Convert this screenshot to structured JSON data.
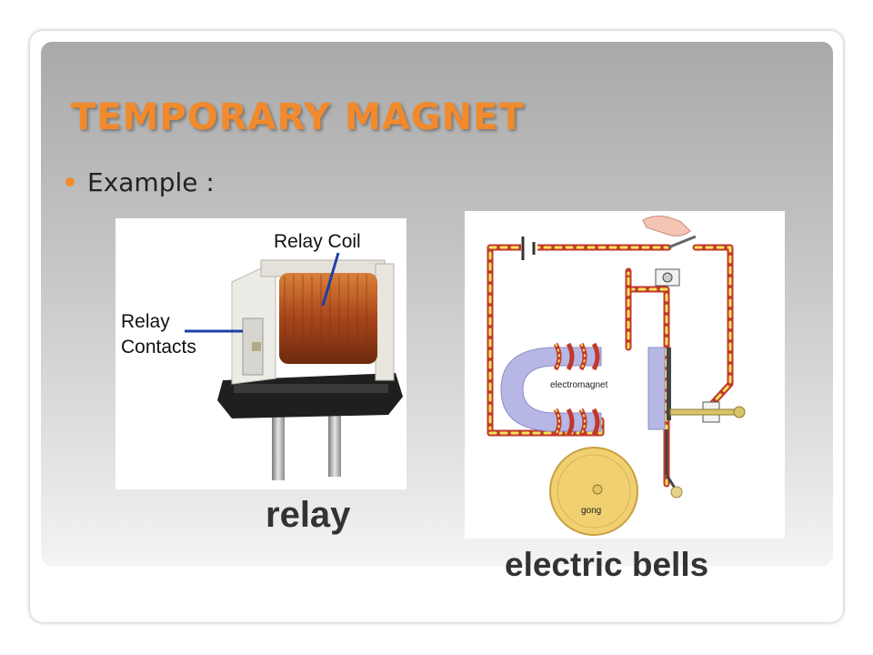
{
  "slide": {
    "title": "TEMPORARY MAGNET",
    "bullet": "Example :",
    "colors": {
      "accent": "#f28a2c",
      "caption": "#333333"
    }
  },
  "relay_figure": {
    "label_coil": "Relay Coil",
    "label_contacts_1": "Relay",
    "label_contacts_2": "Contacts",
    "caption": "relay"
  },
  "bell_figure": {
    "label_electromagnet": "electromagnet",
    "label_gong": "gong",
    "caption": "electric bells"
  }
}
